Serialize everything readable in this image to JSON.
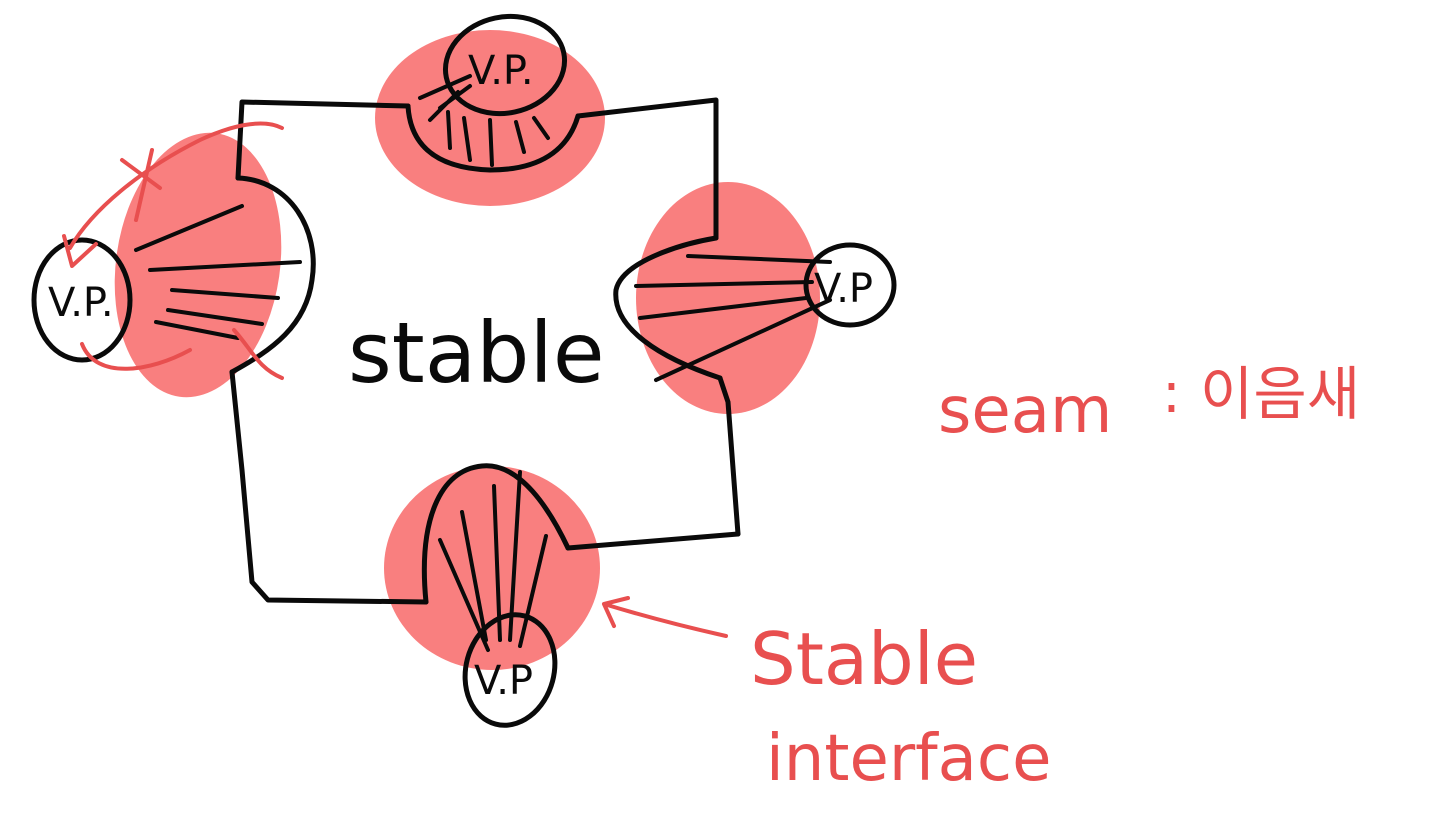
{
  "colors": {
    "ink": "#0a0a0a",
    "blob": "#f87171",
    "red": "#e84f4f",
    "background": "#ffffff"
  },
  "center_label": "stable",
  "nodes": {
    "top": "V.P.",
    "left": "V.P.",
    "right": "V.P",
    "bottom": "V.P"
  },
  "legend": {
    "seam": "seam",
    "separator": ":",
    "seam_korean": "이음새"
  },
  "annotation": {
    "line1": "Stable",
    "line2": "interface"
  }
}
